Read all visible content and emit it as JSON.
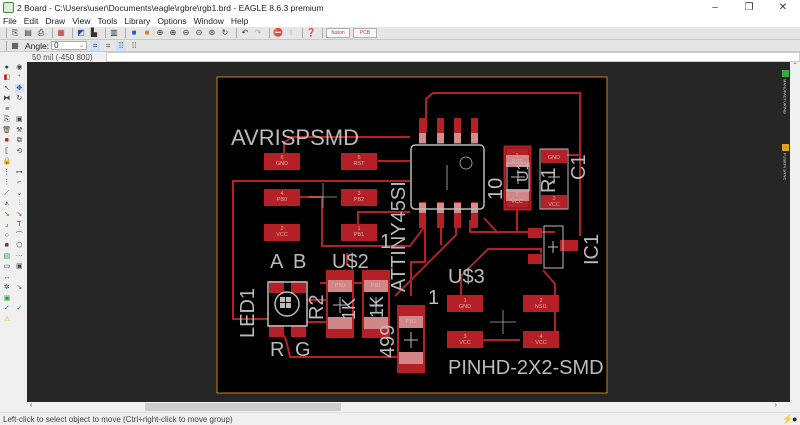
{
  "window": {
    "title": "2 Board - C:\\Users\\user\\Documents\\eagle\\rgbre\\rgb1.brd - EAGLE 8.6.3 premium",
    "minimize": "–",
    "maximize": "❐",
    "close": "✕"
  },
  "menu": [
    "File",
    "Edit",
    "Draw",
    "View",
    "Tools",
    "Library",
    "Options",
    "Window",
    "Help"
  ],
  "toolbar": {
    "icons": [
      "open-icon",
      "save-icon",
      "print-icon",
      "cam-icon",
      "board-icon",
      "schematic-icon",
      "ulp-icon",
      "scr-icon",
      "script-icon",
      "zoom-fit-icon",
      "zoom-in-icon",
      "zoom-out-icon",
      "zoom-select-icon",
      "zoom-region-icon",
      "redraw-icon",
      "undo-icon",
      "redo-icon",
      "stop-icon",
      "go-icon",
      "help-icon"
    ],
    "autodesk_button": "fusion sync",
    "fusion_button": "PCB"
  },
  "param_toolbar": {
    "angle_label": "Angle:",
    "angle_value": "0"
  },
  "coordinate_readout": "50 mil (-450 800)",
  "command_input": "",
  "status_message": "Left-click to select object to move (Ctrl+right-click to move group)",
  "right_panel": {
    "tabs": [
      "MANUFACTURING",
      "FUSION SYNC"
    ],
    "tab_colors": [
      "#3aaa3a",
      "#e0a020"
    ]
  },
  "board": {
    "trace_color": "#b42025",
    "outline_color": "#c8801e",
    "label_color": "#bbbbbb",
    "labels": {
      "avrisp": "AVRISPSMD",
      "attiny": "ATTINY45SI",
      "c10": "10",
      "c10b": "C1",
      "u1": "U1",
      "r1": "R1",
      "c1": "C1",
      "ic1": "IC1",
      "led": "LED1",
      "a": "A",
      "b": "B",
      "r": "R",
      "g": "G",
      "us2": "U$2",
      "r2": "R2",
      "k1a": "1K",
      "k1b": "1K",
      "r499": "499",
      "one_a": "1",
      "one_b": "1",
      "us3": "U$3",
      "pinhd": "PINHD-2X2-SMD"
    },
    "isp_pads": [
      {
        "num": "6",
        "name": "GND"
      },
      {
        "num": "5",
        "name": "RST"
      },
      {
        "num": "4",
        "name": "PB0"
      },
      {
        "num": "3",
        "name": "PB2"
      },
      {
        "num": "2",
        "name": "VCC"
      },
      {
        "num": "1",
        "name": "PB1"
      }
    ],
    "header_pads": [
      {
        "num": "1",
        "name": "GND"
      },
      {
        "num": "2",
        "name": "NSI1"
      },
      {
        "num": "3",
        "name": "VCC"
      },
      {
        "num": "4",
        "name": "VCC"
      }
    ],
    "u1_pads": [
      {
        "num": "1",
        "name": "RST"
      },
      {
        "num": "2",
        "name": "VCC"
      }
    ],
    "c1_pads": [
      {
        "num": "1",
        "name": "GND"
      },
      {
        "num": "2",
        "name": "VCC"
      }
    ],
    "resistor_pads": [
      {
        "num": "2",
        "name": "PB0"
      },
      {
        "num": "2",
        "name": "PB1"
      },
      {
        "num": "2",
        "name": "PB2"
      }
    ]
  }
}
